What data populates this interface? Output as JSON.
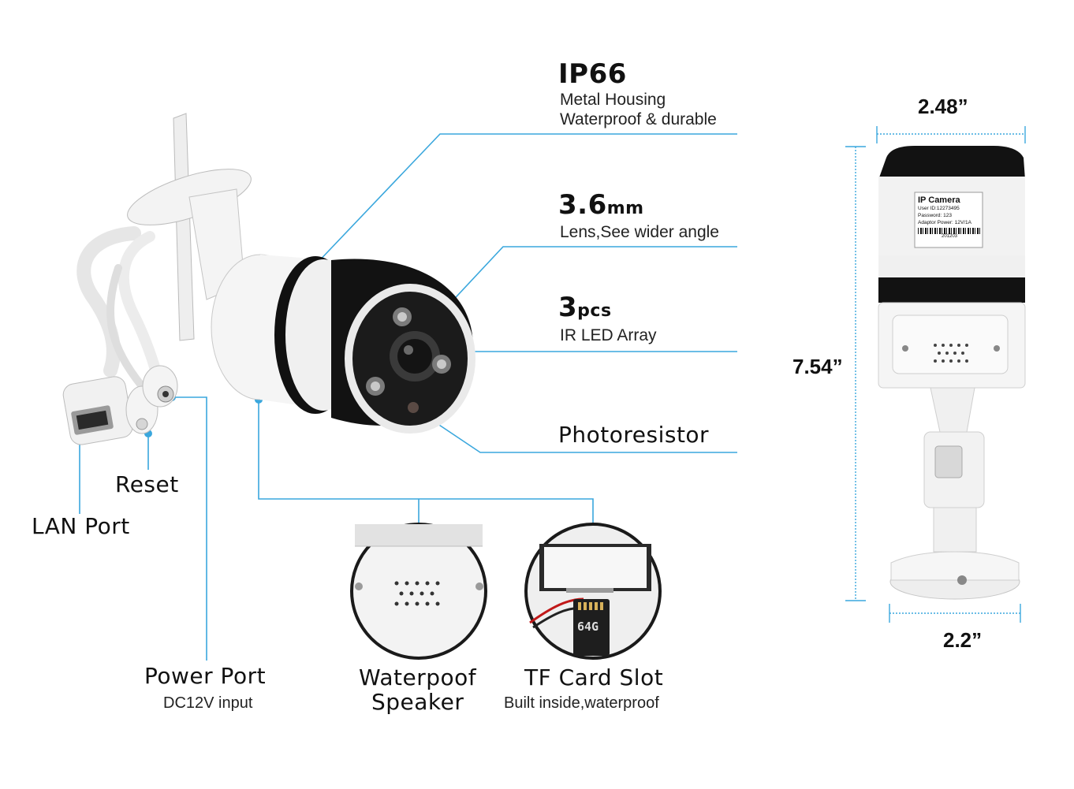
{
  "features": {
    "ip66": {
      "title": "IP66",
      "line1": "Metal Housing",
      "line2": "Waterproof & durable"
    },
    "lens": {
      "title_main": "3.6",
      "title_unit": "mm",
      "subtitle": "Lens,See wider angle"
    },
    "ir": {
      "title_main": "3",
      "title_unit": "pcs",
      "subtitle": "IR LED Array"
    },
    "photoresistor": {
      "title": "Photoresistor"
    },
    "reset": {
      "title": "Reset"
    },
    "lan": {
      "title": "LAN Port"
    },
    "power": {
      "title": "Power Port",
      "subtitle": "DC12V input"
    },
    "speaker": {
      "line1": "Waterpoof",
      "line2": "Speaker"
    },
    "tf": {
      "title": "TF Card Slot",
      "subtitle": "Built inside,waterproof",
      "card_label": "64G"
    }
  },
  "dimensions": {
    "width_top": "2.48”",
    "height": "7.54”",
    "width_bottom": "2.2”"
  },
  "label_sticker": {
    "title": "IP Camera",
    "user_id": "User ID:12273495",
    "password": "Password:   123",
    "adaptor": "Adaptor Power:  12V/1A",
    "code": "201203"
  },
  "colors": {
    "callout_line": "#3aa7dd",
    "camera_black": "#111111",
    "camera_white": "#f2f2f2"
  }
}
